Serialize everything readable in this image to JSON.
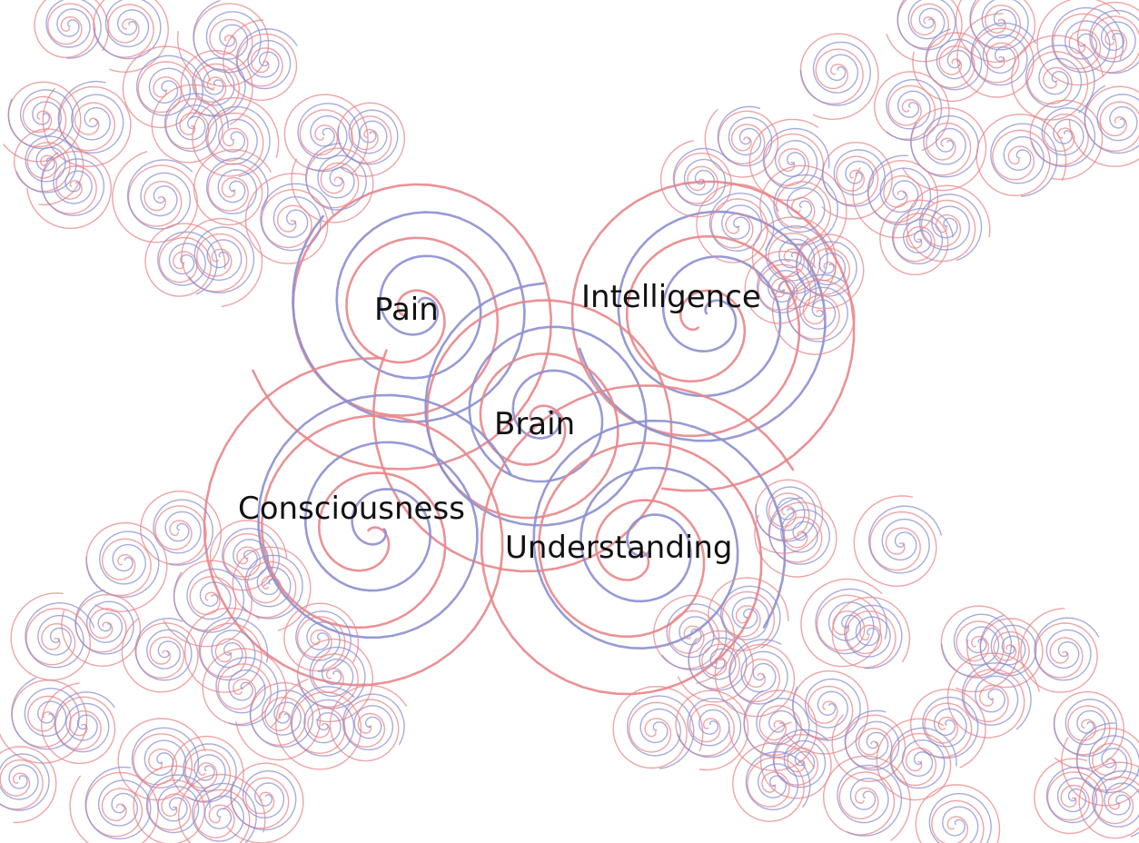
{
  "concepts": {
    "center": "Brain",
    "pain": "Pain",
    "intelligence": "Intelligence",
    "consciousness": "Consciousness",
    "understanding": "Understanding"
  },
  "colors": {
    "background": "#ffffff",
    "text": "#111111",
    "spiral_red": "#e8868a",
    "spiral_blue": "#8c8fd0"
  }
}
